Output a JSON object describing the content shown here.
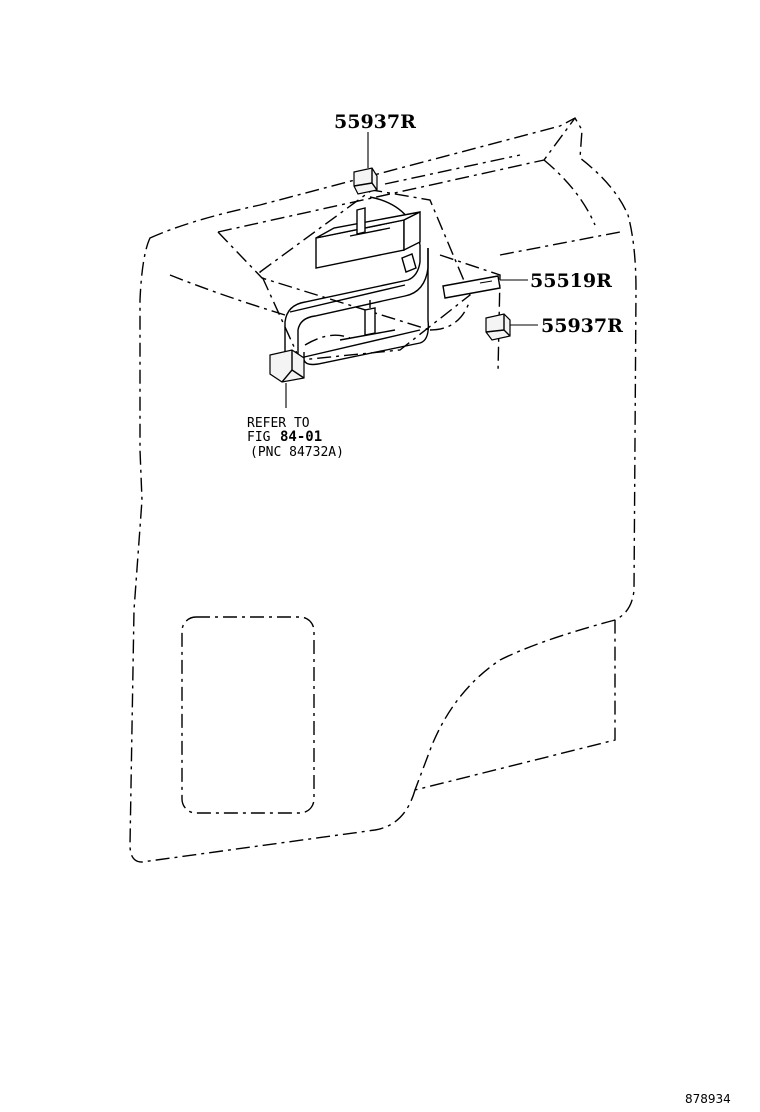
{
  "diagram": {
    "callouts": [
      {
        "id": "top-clip",
        "label": "55937R"
      },
      {
        "id": "pad",
        "label": "55519R"
      },
      {
        "id": "side-clip",
        "label": "55937R"
      }
    ],
    "reference_note": {
      "line1": "REFER TO",
      "line2_prefix": "FIG",
      "line2_value": "84-01",
      "line3": "(PNC 84732A)"
    },
    "figure_id": "878934"
  }
}
